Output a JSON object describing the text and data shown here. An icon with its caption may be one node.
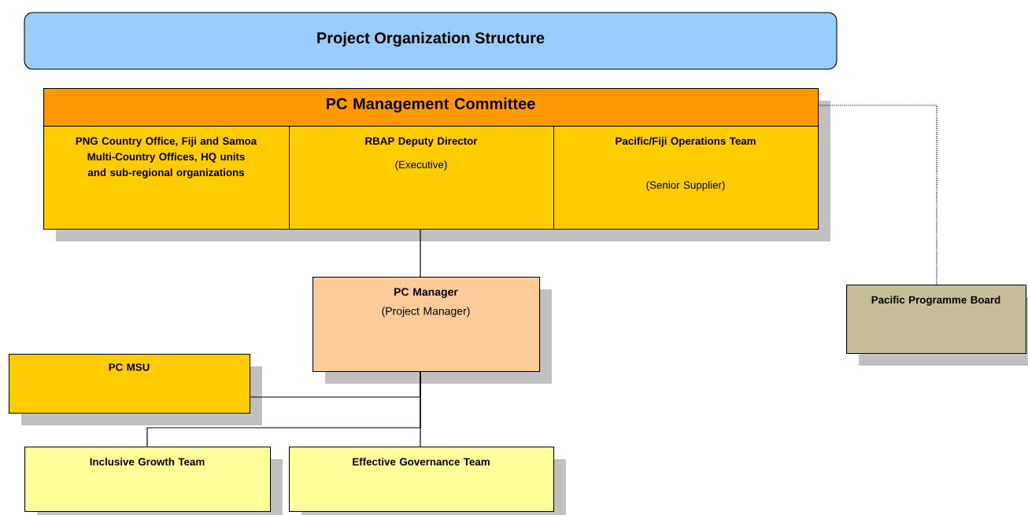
{
  "diagram": {
    "title": "Project Organization Structure",
    "nodes": [
      {
        "text": [
          "PC Management Committee"
        ]
      },
      {
        "text": [
          "PNG Country Office, Fiji and Samoa Multi-Country Offices, HQ units and sub-regional organizations"
        ],
        "in": 0
      },
      {
        "text": [
          "RBAP Deputy Director",
          "(Executive)"
        ],
        "in": 0
      },
      {
        "text": [
          "Pacific/Fiji Operations Team",
          "(Senior Supplier)"
        ],
        "in": 0
      },
      {
        "text": [
          "PC Manager",
          "(Project Manager)"
        ]
      },
      {
        "text": [
          "Pacific Programme Board"
        ]
      },
      {
        "text": [
          "PC MSU"
        ]
      },
      {
        "text": [
          "Inclusive Growth Team"
        ]
      },
      {
        "text": [
          "Effective Governance Team"
        ]
      }
    ],
    "edges": [
      {
        "from": 2,
        "to": 4,
        "arrow": "none"
      },
      {
        "from": 0,
        "to": 5,
        "arrow": "none",
        "style": "dashed"
      },
      {
        "from": 4,
        "to": 6,
        "arrow": "none"
      },
      {
        "from": 4,
        "to": 7,
        "arrow": "none"
      },
      {
        "from": 4,
        "to": 8,
        "arrow": "none"
      }
    ]
  }
}
